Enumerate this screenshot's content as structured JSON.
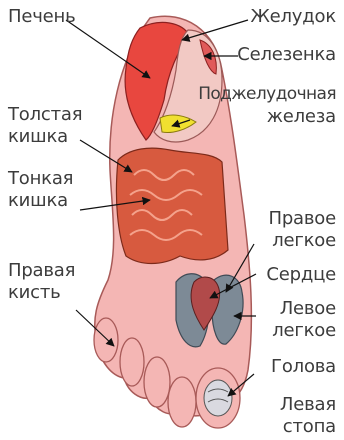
{
  "labels": {
    "liver": "Печень",
    "stomach": "Желудок",
    "spleen": "Селезенка",
    "pancreas_1": "Поджелудочная",
    "pancreas_2": "железа",
    "large_intestine_1": "Толстая",
    "large_intestine_2": "кишка",
    "small_intestine_1": "Тонкая",
    "small_intestine_2": "кишка",
    "right_lung_1": "Правое",
    "right_lung_2": "легкое",
    "heart": "Сердце",
    "left_lung_1": "Левое",
    "left_lung_2": "легкое",
    "right_hand_1": "Правая",
    "right_hand_2": "кисть",
    "head": "Голова",
    "left_foot_1": "Левая",
    "left_foot_2": "стопа"
  },
  "colors": {
    "skin": "#f4b6b4",
    "skin_outline": "#a85a58",
    "liver": "#e8473f",
    "stomach": "#f2c9c4",
    "intestine": "#d75a3f",
    "lungs": "#7d8a96",
    "pancreas": "#f0e030",
    "text": "#3c3c3c"
  }
}
